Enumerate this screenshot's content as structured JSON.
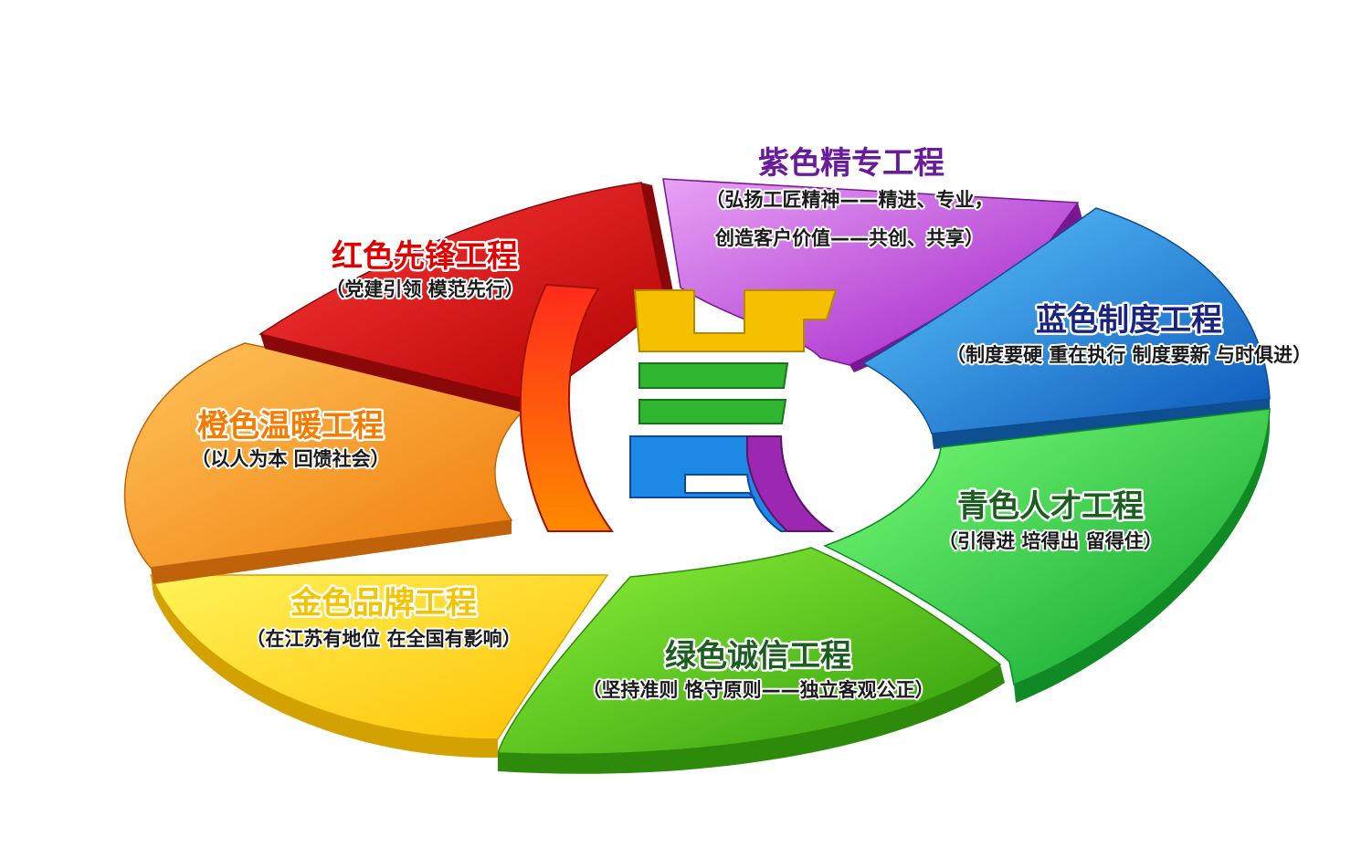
{
  "diagram": {
    "segments": [
      {
        "key": "purple",
        "title": "紫色精专工程",
        "subtitle": "（弘扬工匠精神——精进、专业，",
        "subtitle2": "创造客户价值——共创、共享）",
        "title_color": "#6a1b9a",
        "face_color": "#c23fe0",
        "side_color": "#7a1691"
      },
      {
        "key": "blue",
        "title": "蓝色制度工程",
        "subtitle": "（制度要硬 重在执行 制度要新 与时俱进）",
        "title_color": "#1a237e",
        "face_color": "#1e8fe6",
        "side_color": "#0d4f91"
      },
      {
        "key": "cyan",
        "title": "青色人才工程",
        "subtitle": "（引得进 培得出 留得住）",
        "title_color": "#1b5e20",
        "face_color": "#22d642",
        "side_color": "#0f8a24"
      },
      {
        "key": "green",
        "title": "绿色诚信工程",
        "subtitle": "（坚持准则 恪守原则——独立客观公正）",
        "title_color": "#1b5e20",
        "face_color": "#5ad21c",
        "side_color": "#2e8a0a"
      },
      {
        "key": "gold",
        "title": "金色品牌工程",
        "subtitle": "（在江苏有地位 在全国有影响）",
        "title_color": "#f4c400",
        "face_color": "#ffd21a",
        "side_color": "#d4a200"
      },
      {
        "key": "orange",
        "title": "橙色温暖工程",
        "subtitle": "（以人为本 回馈社会）",
        "title_color": "#f57c00",
        "face_color": "#f5981c",
        "side_color": "#c0620a"
      },
      {
        "key": "red",
        "title": "红色先锋工程",
        "subtitle": "（党建引领 模范先行）",
        "title_color": "#e00000",
        "face_color": "#d61515",
        "side_color": "#8a0808"
      }
    ],
    "center_logo": {
      "glyph": "言",
      "colors": [
        "#f5c000",
        "#2fb52f",
        "#1e88e5",
        "#9c27b0",
        "#e53935"
      ]
    }
  }
}
